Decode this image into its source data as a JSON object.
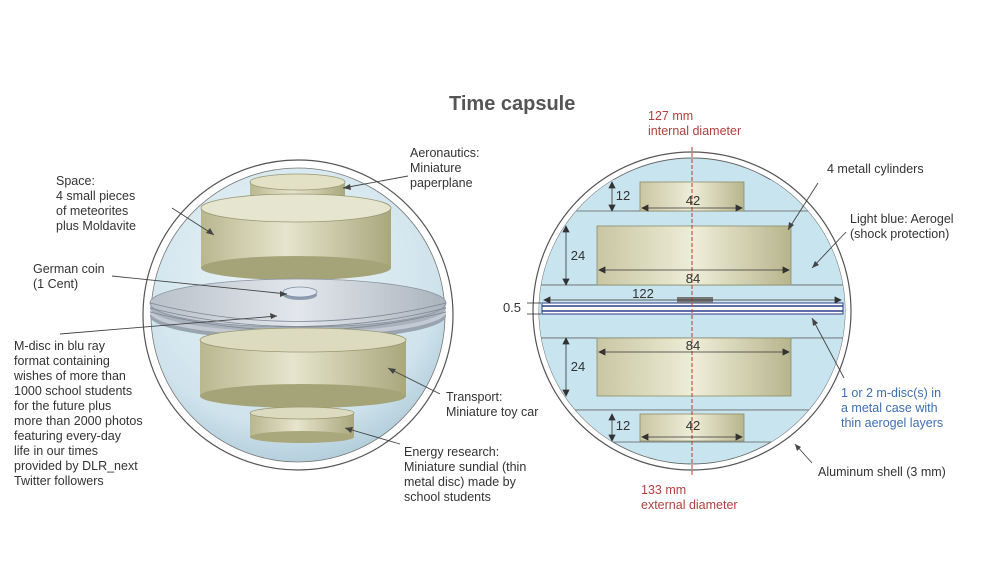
{
  "title": "Time capsule",
  "left": {
    "aeronautics": [
      "Aeronautics:",
      "Miniature",
      "paperplane"
    ],
    "space": [
      "Space:",
      "4 small pieces",
      "of meteorites",
      "plus Moldavite"
    ],
    "coin": [
      "German coin",
      "(1 Cent)"
    ],
    "mdisc": [
      "M-disc in blu ray",
      "format containing",
      "wishes of more than",
      "1000 school students",
      "for the future plus",
      "more than 2000 photos",
      "featuring every-day",
      "life in our times",
      "provided by DLR_next",
      "Twitter followers"
    ],
    "transport": [
      "Transport:",
      "Miniature toy car"
    ],
    "energy": [
      "Energy research:",
      "Miniature  sundial (thin",
      "metal disc) made by",
      "school students"
    ]
  },
  "right": {
    "internal": [
      "127 mm",
      "internal diameter"
    ],
    "external": [
      "133 mm",
      "external diameter"
    ],
    "cylinders": "4 metall cylinders",
    "aerogel": [
      "Light blue: Aerogel",
      "(shock protection)"
    ],
    "mdisc_case": [
      "1 or 2 m-disc(s) in",
      "a metal case with",
      "thin aerogel layers"
    ],
    "shell": "Aluminum shell (3 mm)",
    "dims": {
      "top_h": "12",
      "top_w": "42",
      "upper_h": "24",
      "upper_w": "84",
      "disc_t": "0.5",
      "disc_w": "122",
      "lower_h": "24",
      "lower_w": "84",
      "bottom_h": "12",
      "bottom_w": "42"
    }
  },
  "colors": {
    "cylinder": "#d9d8ba",
    "aerogel": "#c8e4ef",
    "disc": "#c9ced6",
    "red_line": "#c0392b",
    "blue_text": "#3d6fb0"
  }
}
